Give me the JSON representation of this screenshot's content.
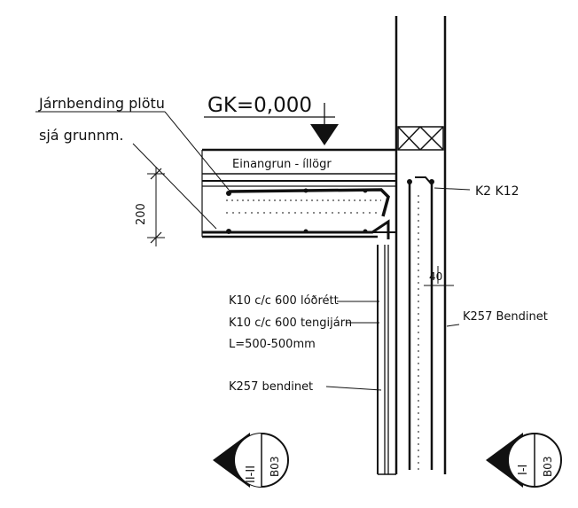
{
  "labels": {
    "slab_rebar_line1": "Járnbending plötu",
    "slab_rebar_line2": "sjá grunnm.",
    "ground_level": "GK=0,000",
    "insulation": "Einangrun - íllögr",
    "slab_thickness": "200",
    "wall_top_bars": "K2 K12",
    "wall_bars_line1": "K10 c/c 600 lóðrétt",
    "wall_bars_line2": "K10 c/c 600 tengijárn",
    "wall_bars_line3": "L=500-500mm",
    "mesh_left": "K257 bendinet",
    "mesh_right": "K257 Bendinet",
    "small_dim": "40"
  },
  "section_markers": [
    {
      "label": "II-II",
      "sheet": "B03"
    },
    {
      "label": "I-I",
      "sheet": "B03"
    }
  ]
}
